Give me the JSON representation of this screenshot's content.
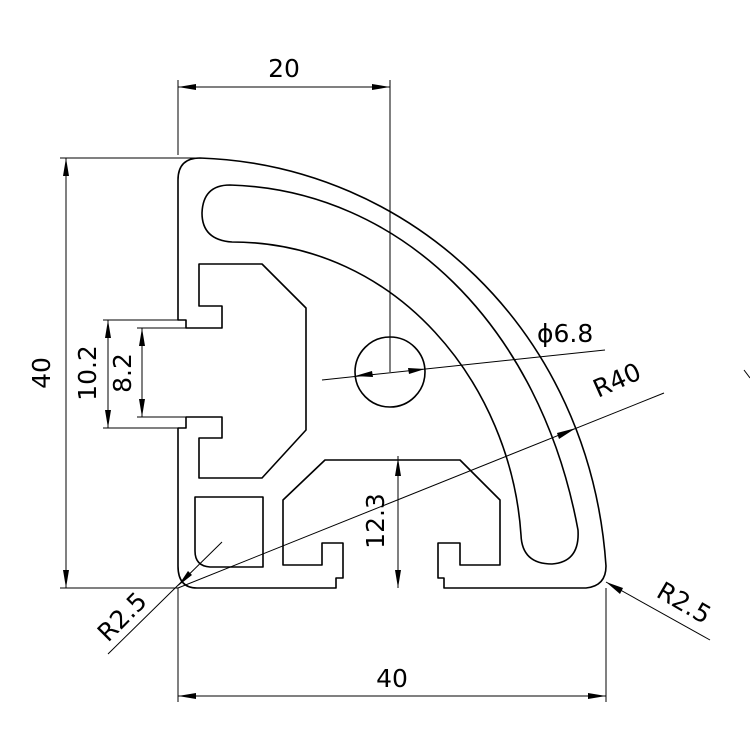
{
  "dimensions": {
    "top_width": "20",
    "overall_height": "40",
    "slot_outer": "10.2",
    "slot_inner": "8.2",
    "bore_diameter": "ϕ6.8",
    "outer_radius": "R40",
    "corner_radius_left": "R2.5",
    "corner_radius_right": "R2.5",
    "slot_depth": "12.3",
    "overall_width": "40"
  }
}
